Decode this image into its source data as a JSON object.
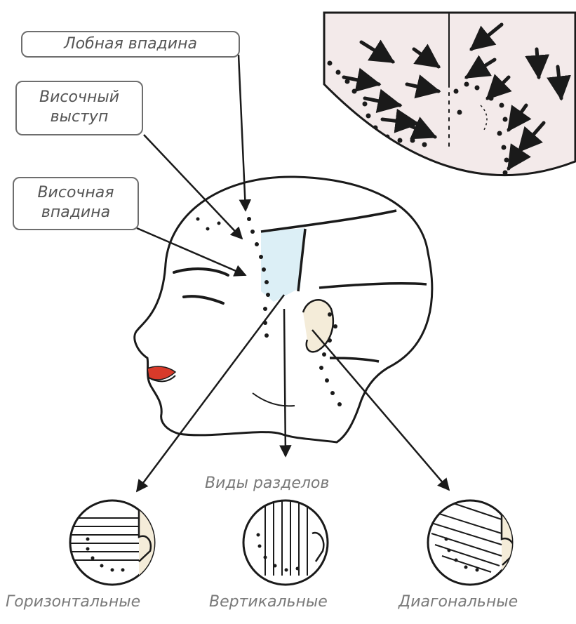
{
  "diagram": {
    "callouts": {
      "frontal": "Лобная впадина",
      "temporal_bulge_line1": "Височный",
      "temporal_bulge_line2": "выступ",
      "temporal_hollow_line1": "Височная",
      "temporal_hollow_line2": "впадина"
    },
    "section_types_title": "Виды разделов",
    "section_types": {
      "horizontal": "Горизонтальные",
      "vertical": "Вертикальные",
      "diagonal": "Диагональные"
    }
  },
  "colors": {
    "line": "#1a1a1a",
    "temple_zone": "#dceff6",
    "ear_skin": "#f4ecd9",
    "lips": "#d83a2a",
    "detail_tint": "#f3eaea"
  }
}
